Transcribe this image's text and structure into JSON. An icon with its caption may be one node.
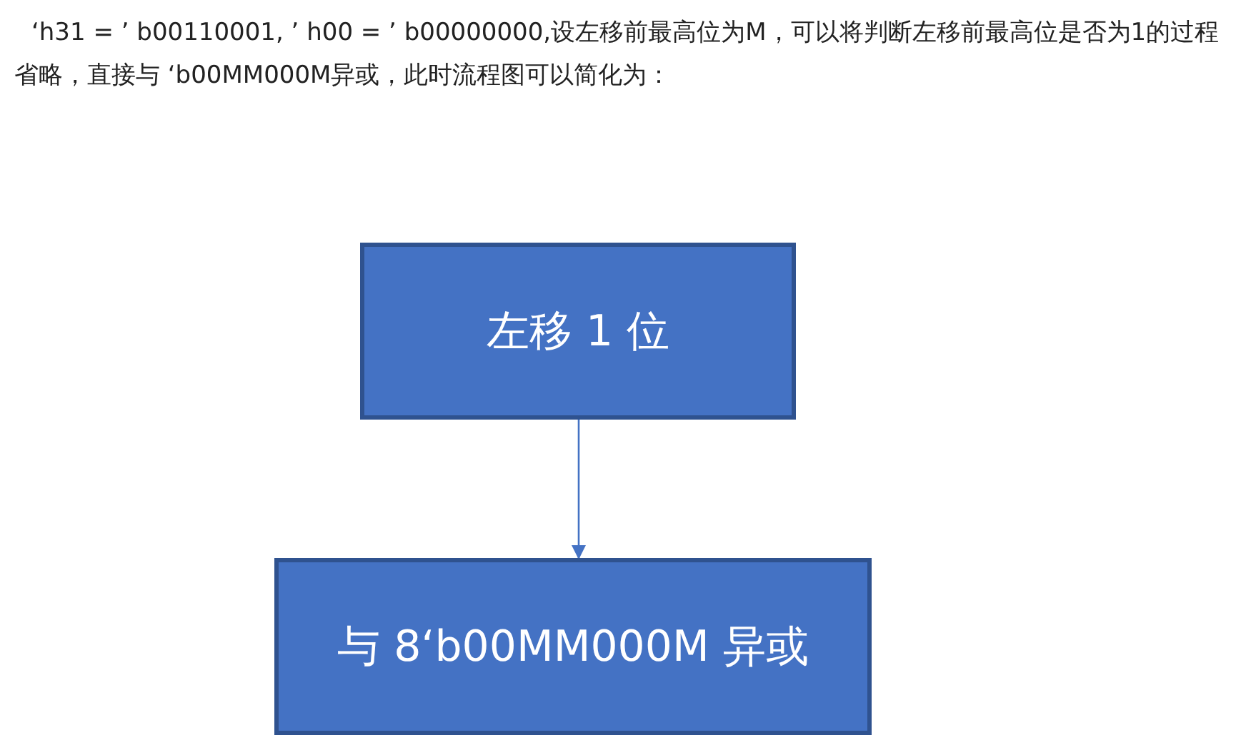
{
  "diagram": {
    "nodes": [
      {
        "text": [
          "左移 1 位"
        ]
      },
      {
        "text": [
          "与 8‘b00MM000M 异或"
        ]
      }
    ],
    "edges": [
      {
        "from": 0,
        "to": 1,
        "arrow": "to"
      }
    ],
    "labels": [
      "‘h31 = ’ b00110001, ’ h00 = ’ b00000000,设左移前最高位为M，可以将判断左移前最高位是否为1的过程省略，直接与 ‘b00MM000M异或，此时流程图可以简化为："
    ]
  }
}
